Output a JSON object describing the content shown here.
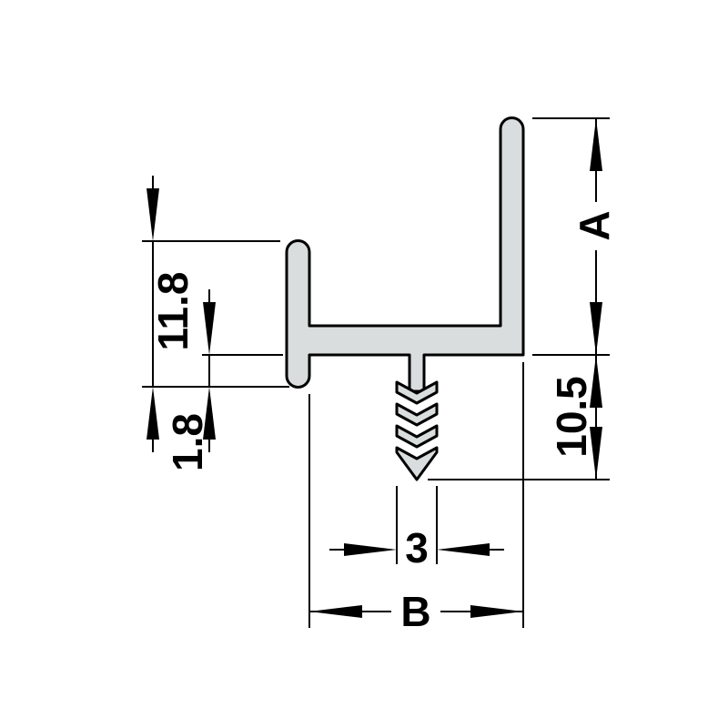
{
  "diagram": {
    "type": "technical-profile-cross-section",
    "background": "#ffffff",
    "profile_fill": "#d9dddd",
    "line_color": "#000000",
    "labels": {
      "left_flange_height": "11.8",
      "lip_thickness": "1.8",
      "right_flange_height": "A",
      "stem_depth": "10.5",
      "stem_width": "3",
      "overall_width": "B"
    }
  }
}
